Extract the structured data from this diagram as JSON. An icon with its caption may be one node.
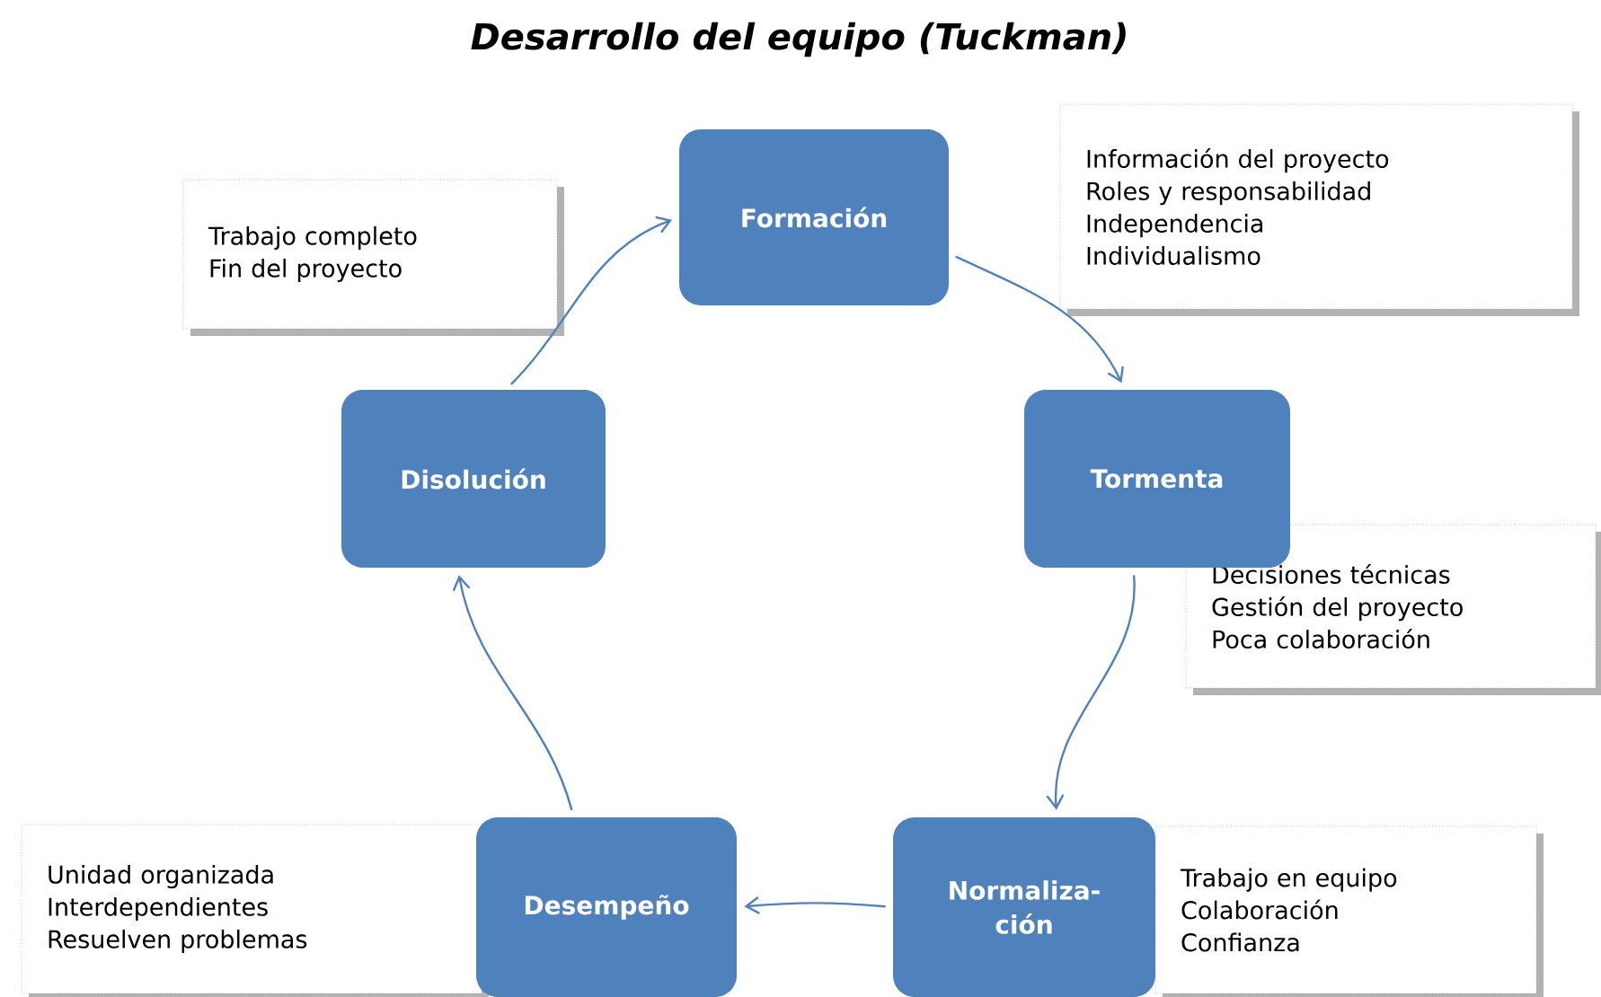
{
  "diagram": {
    "title": "Desarrollo del equipo (Tuckman)",
    "nodes": [
      {
        "text": [
          "Formación"
        ]
      },
      {
        "text": [
          "Tormenta"
        ]
      },
      {
        "text": [
          "Normaliza- ción"
        ]
      },
      {
        "text": [
          "Desempeño"
        ]
      },
      {
        "text": [
          "Disolución"
        ]
      },
      {
        "text": [
          "Trabajo completo",
          "Fin del proyecto"
        ]
      },
      {
        "text": [
          "Información del proyecto",
          "Roles y responsabilidad",
          "Independencia",
          "Individualismo"
        ]
      },
      {
        "text": [
          "Decisiones técnicas",
          "Gestión del proyecto",
          "Poca colaboración"
        ]
      },
      {
        "text": [
          "Unidad organizada",
          "Interdependientes",
          "Resuelven problemas"
        ]
      },
      {
        "text": [
          "Trabajo en equipo",
          "Colaboración",
          "Confianza"
        ]
      }
    ],
    "edges": [
      {
        "from": 0,
        "to": 1,
        "arrow": "to"
      },
      {
        "from": 1,
        "to": 2,
        "arrow": "to"
      },
      {
        "from": 2,
        "to": 3,
        "arrow": "to"
      },
      {
        "from": 3,
        "to": 4,
        "arrow": "to"
      },
      {
        "from": 4,
        "to": 0,
        "arrow": "to"
      }
    ]
  }
}
